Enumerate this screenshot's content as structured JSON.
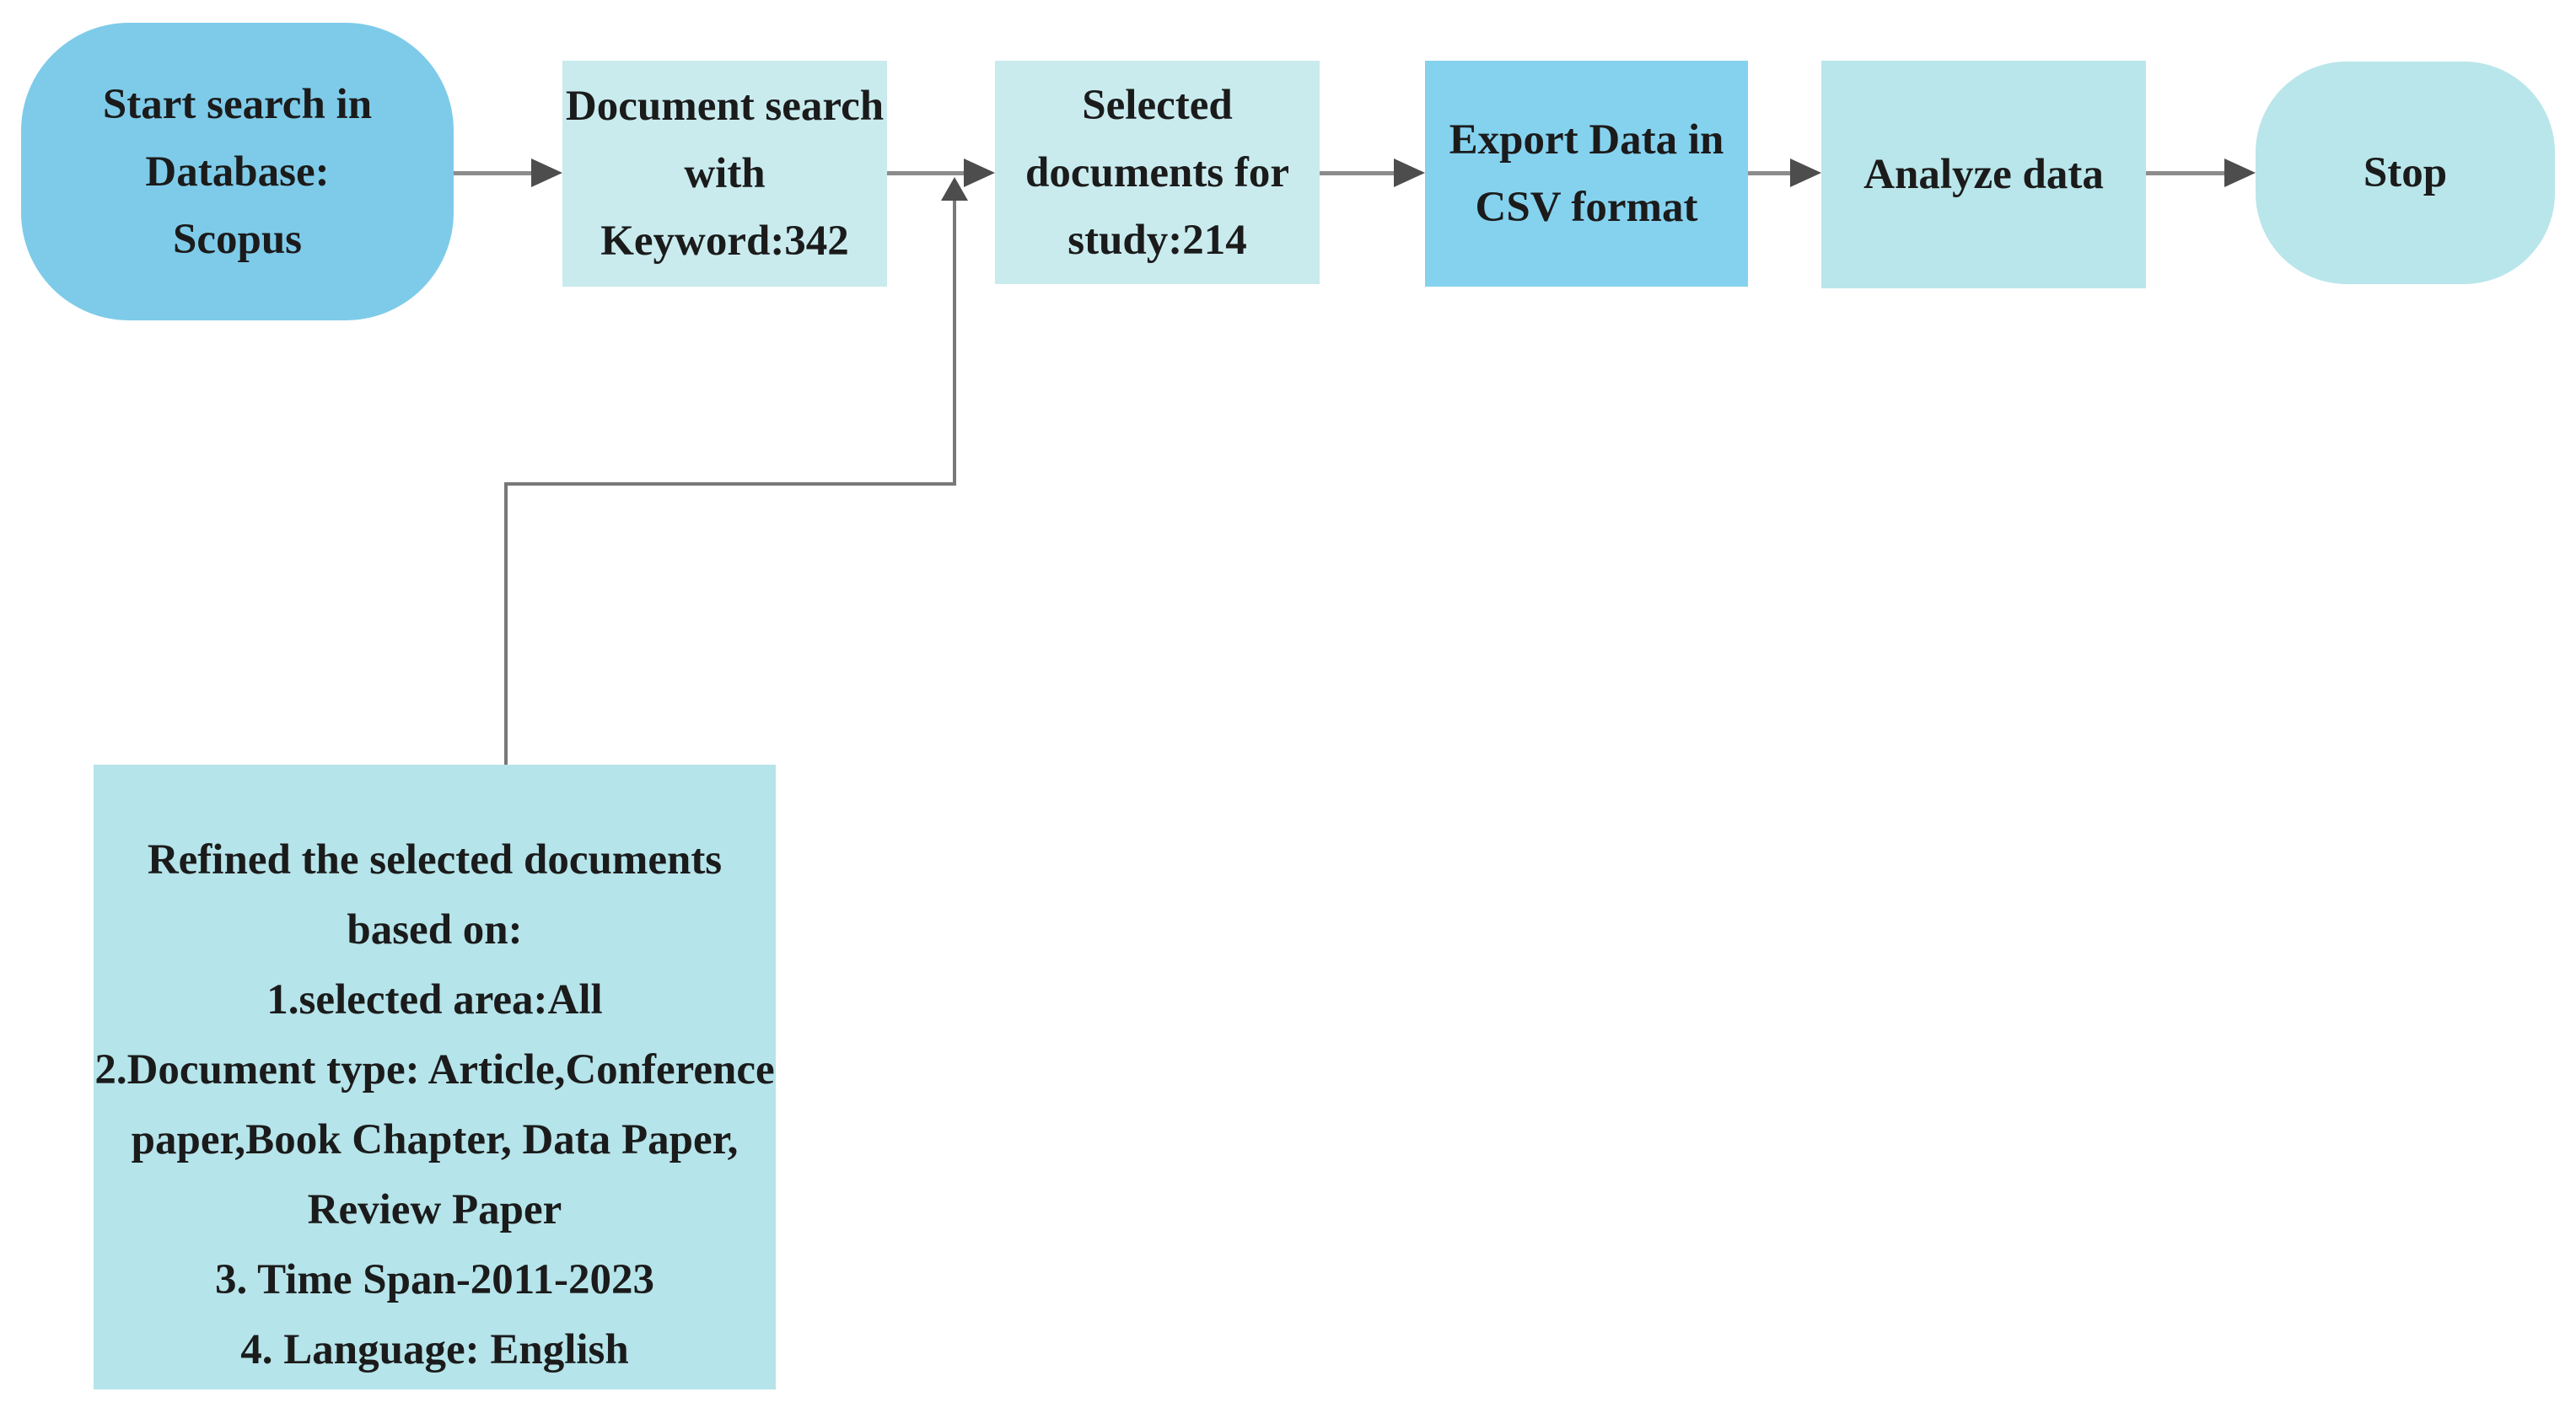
{
  "figure": {
    "background": "#ffffff",
    "text_color": "#1b1b1b",
    "arrow_line_color": "#8c8c8c",
    "arrowhead_color": "#4d4d4d",
    "connector_color": "#787878"
  },
  "flowchart": {
    "nodes": [
      {
        "id": "start",
        "shape": "stadium",
        "fill": "#7ecbe9",
        "lines": [
          "Start search in",
          "Database:",
          "Scopus"
        ]
      },
      {
        "id": "doc-search",
        "shape": "process",
        "fill": "#c9ebee",
        "lines": [
          "Document search",
          "with",
          "Keyword:342"
        ]
      },
      {
        "id": "selected-docs",
        "shape": "process",
        "fill": "#c9ebee",
        "lines": [
          "Selected",
          "documents for",
          "study:214"
        ]
      },
      {
        "id": "export-csv",
        "shape": "process",
        "fill": "#85d2ef",
        "lines": [
          "Export Data in",
          "CSV format"
        ]
      },
      {
        "id": "analyze",
        "shape": "process",
        "fill": "#b9e6ea",
        "lines": [
          "Analyze data"
        ]
      },
      {
        "id": "stop",
        "shape": "stadium",
        "fill": "#b9e6ea",
        "lines": [
          "Stop"
        ]
      },
      {
        "id": "refined",
        "shape": "process",
        "fill": "#b5e4ea",
        "lines": [
          "Refined the selected documents",
          "based on:",
          "1.selected area:All",
          "2.Document type: Article,Conference",
          "paper,Book Chapter, Data Paper,",
          "Review Paper",
          "3. Time Span-2011-2023",
          "4. Language: English"
        ]
      }
    ],
    "edges": [
      {
        "from": "start",
        "to": "doc-search",
        "style": "straight-arrow"
      },
      {
        "from": "doc-search",
        "to": "selected-docs",
        "style": "straight-arrow"
      },
      {
        "from": "selected-docs",
        "to": "export-csv",
        "style": "straight-arrow"
      },
      {
        "from": "export-csv",
        "to": "analyze",
        "style": "straight-arrow"
      },
      {
        "from": "analyze",
        "to": "stop",
        "style": "straight-arrow"
      },
      {
        "from": "refined",
        "to": "doc-search/selected-docs junction",
        "style": "elbow-arrow-up"
      }
    ]
  }
}
